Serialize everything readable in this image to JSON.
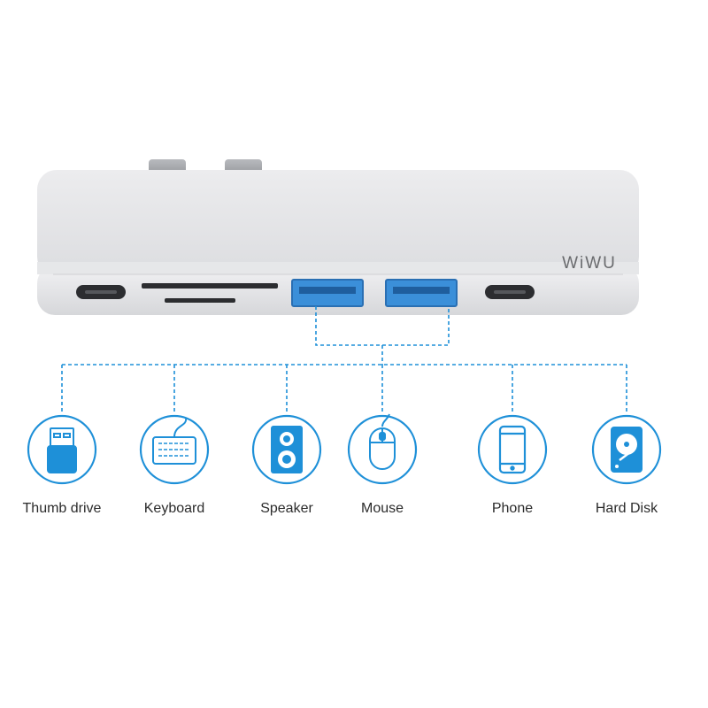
{
  "brand": {
    "logo_text": "WiWU"
  },
  "colors": {
    "accent": "#1e90d8",
    "hub_body": "#e3e4e6",
    "usb_blue": "#3b8fd9",
    "label": "#2b2b2b"
  },
  "devices": [
    {
      "label": "Thumb drive",
      "icon": "thumb-drive-icon"
    },
    {
      "label": "Keyboard",
      "icon": "keyboard-icon"
    },
    {
      "label": "Speaker",
      "icon": "speaker-icon"
    },
    {
      "label": "Mouse",
      "icon": "mouse-icon"
    },
    {
      "label": "Phone",
      "icon": "phone-icon"
    },
    {
      "label": "Hard Disk",
      "icon": "hard-disk-icon"
    }
  ]
}
